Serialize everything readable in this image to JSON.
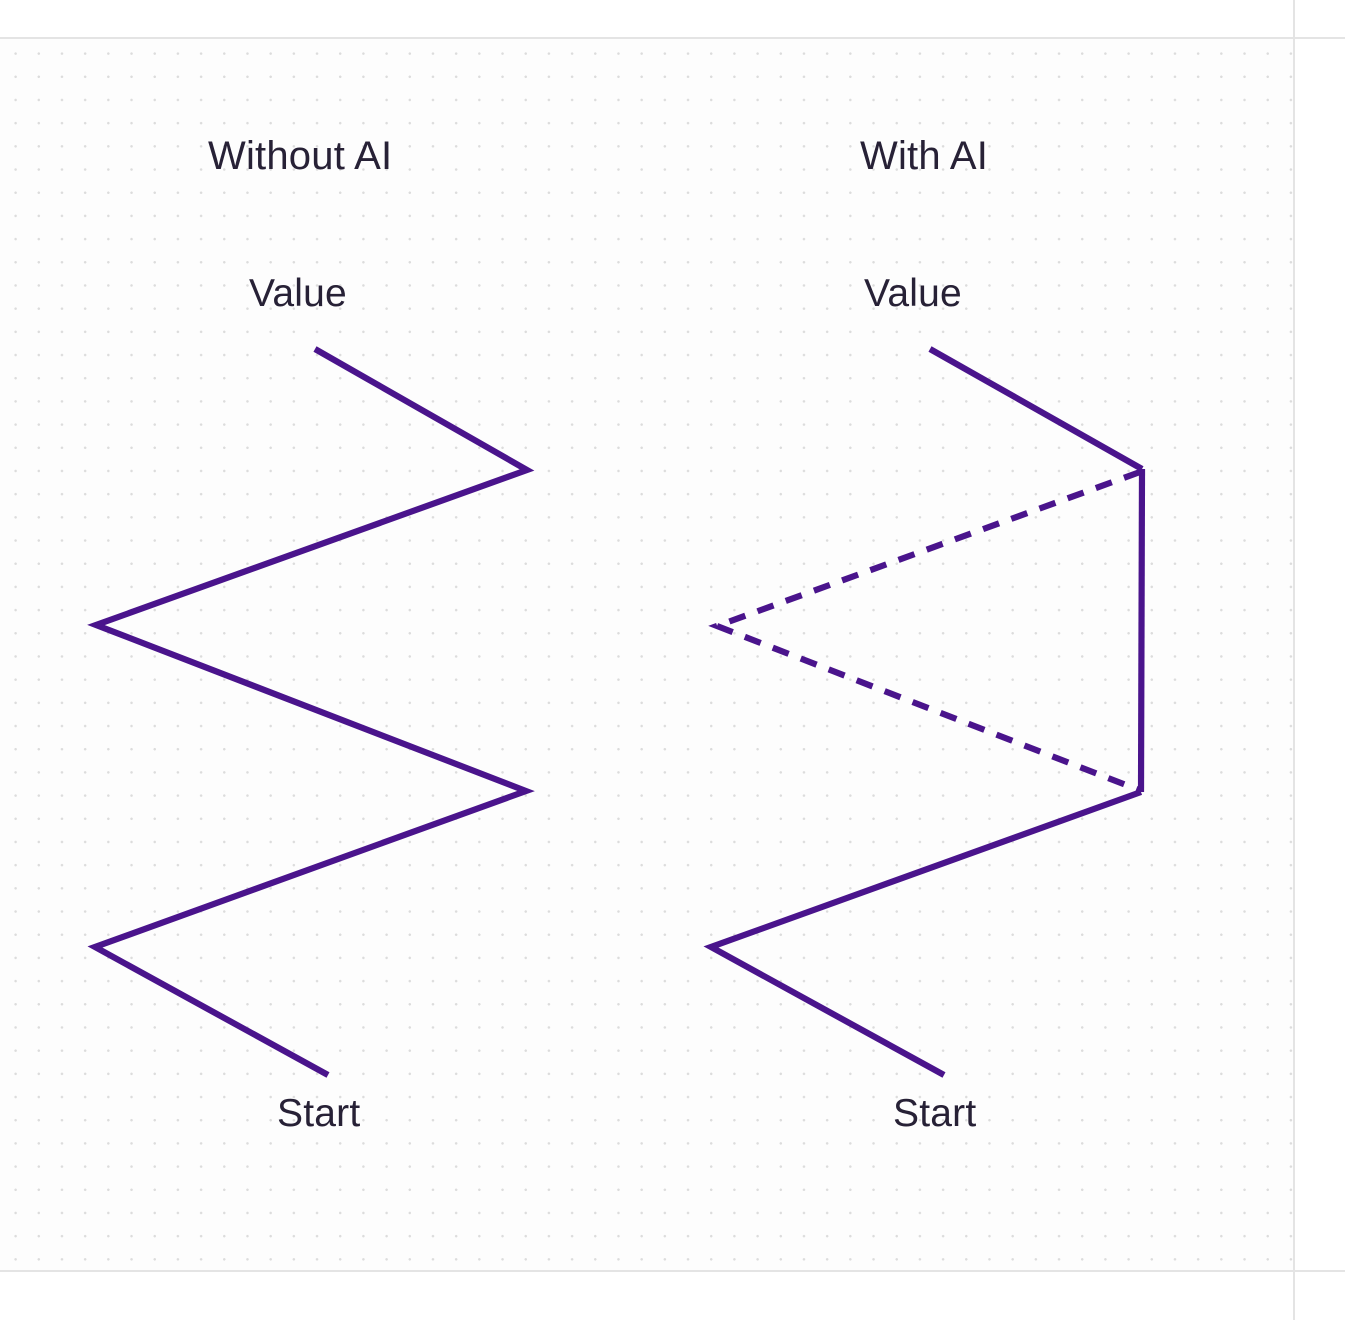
{
  "chart_data": {
    "type": "line",
    "title": "",
    "xlabel": "",
    "ylabel": "Value",
    "grid": "dotted",
    "legend": "none",
    "accent_color": "#4A148C",
    "text_color": "#272136",
    "grid_dot_color": "#DCDCDC",
    "rule_color": "#E4E4E4",
    "panels": [
      {
        "id": "without-ai",
        "title": "Without AI",
        "axis_label": "Value",
        "start_label": "Start",
        "series": [
          {
            "name": "progress-zigzag",
            "style": "solid",
            "points": [
              [
                315,
                349
              ],
              [
                527,
                470
              ],
              [
                96,
                625
              ],
              [
                526,
                791
              ],
              [
                95,
                947
              ],
              [
                328,
                1075
              ]
            ]
          }
        ]
      },
      {
        "id": "with-ai",
        "title": "With AI",
        "axis_label": "Value",
        "start_label": "Start",
        "series": [
          {
            "name": "progress-upper-solid",
            "style": "solid",
            "points": [
              [
                930,
                349
              ],
              [
                1142,
                469
              ]
            ]
          },
          {
            "name": "shortcut-vertical-solid",
            "style": "solid",
            "points": [
              [
                1142,
                469
              ],
              [
                1141,
                792
              ]
            ]
          },
          {
            "name": "skipped-zigzag-dashed",
            "style": "dashed",
            "dash_pattern": "17 13",
            "points": [
              [
                1140,
                472
              ],
              [
                717,
                626
              ],
              [
                1139,
                790
              ]
            ]
          },
          {
            "name": "progress-lower-solid",
            "style": "solid",
            "points": [
              [
                1141,
                792
              ],
              [
                711,
                947
              ],
              [
                944,
                1075
              ]
            ]
          }
        ]
      }
    ]
  },
  "labels": {
    "left_title": "Without AI",
    "left_value": "Value",
    "left_start": "Start",
    "right_title": "With AI",
    "right_value": "Value",
    "right_start": "Start"
  }
}
